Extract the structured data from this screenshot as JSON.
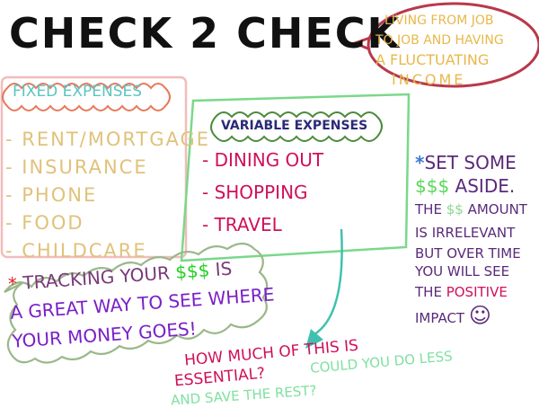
{
  "title": "CHECK 2 CHECK",
  "bubble": {
    "lines": [
      "LIVING FROM JOB",
      "TO JOB AND HAVING",
      "A FLUCTUATING",
      "INCOME"
    ]
  },
  "fixed": {
    "heading": "FIXED EXPENSES",
    "items": [
      "- RENT/MORTGAGE",
      "- INSURANCE",
      "- PHONE",
      "- FOOD",
      "- CHILDCARE"
    ]
  },
  "variable": {
    "heading": "VARIABLE EXPENSES",
    "items": [
      "- DINING OUT",
      "- SHOPPING",
      "- TRAVEL"
    ]
  },
  "aside": {
    "star": "*",
    "line1": "SET SOME",
    "money": "$$$",
    "line2": "ASIDE.",
    "the": "THE",
    "money2": "$$",
    "amount": "AMOUNT",
    "l3": "IS IRRELEVANT",
    "l4": "BUT OVER TIME",
    "l5": "YOU WILL SEE",
    "the2": "THE",
    "positive": "POSITIVE",
    "impact": "IMPACT",
    "smiley": "☺"
  },
  "tracking": {
    "star": "*",
    "a": "TRACKING YOUR",
    "money": "$$$",
    "b": "IS",
    "l2": "A GREAT WAY TO SEE WHERE",
    "l3": "YOUR MONEY GOES!"
  },
  "question": {
    "l1": "HOW MUCH OF THIS IS",
    "l2": "ESSENTIAL?",
    "g1": "COULD YOU DO LESS",
    "g2": "AND SAVE THE REST?"
  },
  "colors": {
    "title": "#111111",
    "bubble_stroke": "#b8394a",
    "bubble_text": "#e8b84a",
    "fixed_box": "#f2bcbc",
    "fixed_cloud": "#e8785a",
    "fixed_heading": "#5cc4c0",
    "fixed_items": "#e0c27a",
    "variable_box": "#7ad88a",
    "variable_cloud": "#4a8a3a",
    "variable_heading": "#2a2a78",
    "variable_items": "#d0105a",
    "purple": "#5a2a7a",
    "money_green": "#22d022",
    "violet": "#7a20c8",
    "cloud": "#9ab88a",
    "arrow": "#40c0b0",
    "light_green": "#80e0a0"
  }
}
